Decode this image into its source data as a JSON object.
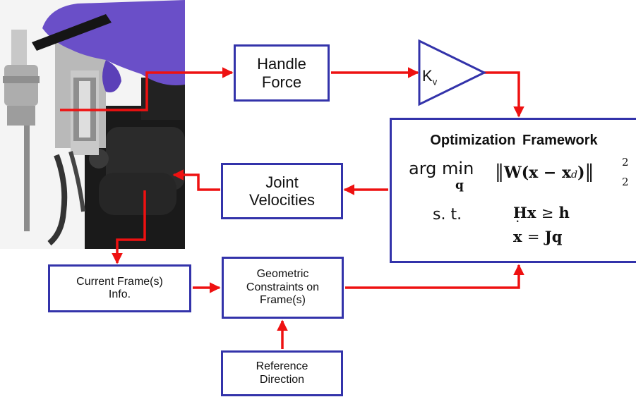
{
  "blocks": {
    "handle_force": "Handle\nForce",
    "gain": {
      "main": "K",
      "sub": "v"
    },
    "optimization": {
      "title": "Optimization  Framework",
      "objective": {
        "argmin": "arg min",
        "var": "q",
        "expr": "W(x − x",
        "sub": "d",
        "close": ")",
        "norm_exp": "2",
        "norm_sub": "2"
      },
      "constraint_label": "s. t.",
      "constraint_1": {
        "lhs": "Hx",
        "op": "≥",
        "rhs": "h"
      },
      "constraint_2": {
        "lhs": "x",
        "op": "=",
        "rhs": "Jq"
      }
    },
    "joint_velocities": "Joint\nVelocities",
    "current_frame": "Current Frame(s)\nInfo.",
    "geometric_constraints": "Geometric\nConstraints on\nFrame(s)",
    "reference_direction": "Reference\nDirection"
  },
  "colors": {
    "arrow": "#ee1111",
    "box_border": "#3333aa",
    "glove": "#6a4fc8",
    "metal": "#b9b9b9",
    "robot": "#1a1a1a"
  },
  "icons": [
    "robot-photo"
  ]
}
